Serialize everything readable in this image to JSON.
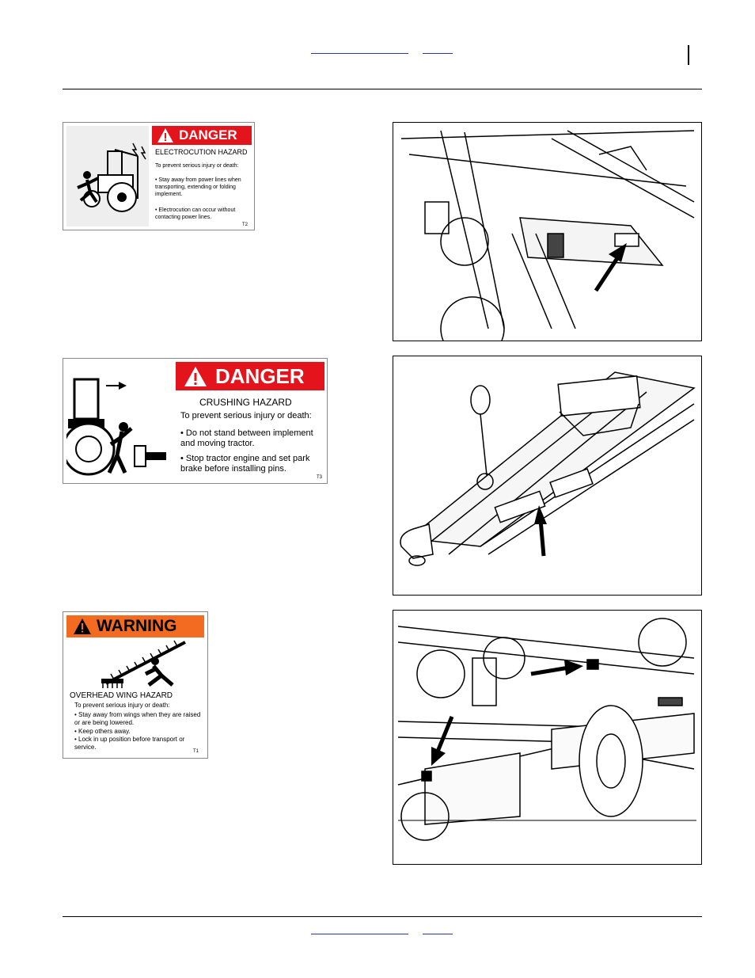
{
  "header": {
    "page_marker": "",
    "link_left": "",
    "link_right": ""
  },
  "labels": {
    "electrocution": {
      "signal": "DANGER",
      "hazard": "ELECTROCUTION HAZARD",
      "intro": "To prevent serious injury or death:",
      "bullets": [
        "• Stay away from power lines when transporting, extending or folding implement.",
        "• Electrocution can occur without contacting power lines."
      ],
      "code": "T2"
    },
    "crushing": {
      "signal": "DANGER",
      "hazard": "CRUSHING HAZARD",
      "intro": "To prevent serious injury or death:",
      "bullets": [
        "• Do not stand between implement and moving tractor.",
        "• Stop tractor engine and set park brake before installing pins."
      ],
      "code": "T3"
    },
    "wing": {
      "signal": "WARNING",
      "hazard": "OVERHEAD WING HAZARD",
      "intro": "To prevent serious injury or death:",
      "bullets": [
        "• Stay away from wings when they are raised or are being lowered.",
        "• Keep others away.",
        "• Lock in up position before transport or service."
      ],
      "code": "T1"
    }
  },
  "colors": {
    "danger_red": "#e3141b",
    "warning_orange": "#f26b21",
    "link_blue": "#2a3a9c"
  },
  "icons": [
    "alert-triangle-icon",
    "arrow-icon"
  ]
}
